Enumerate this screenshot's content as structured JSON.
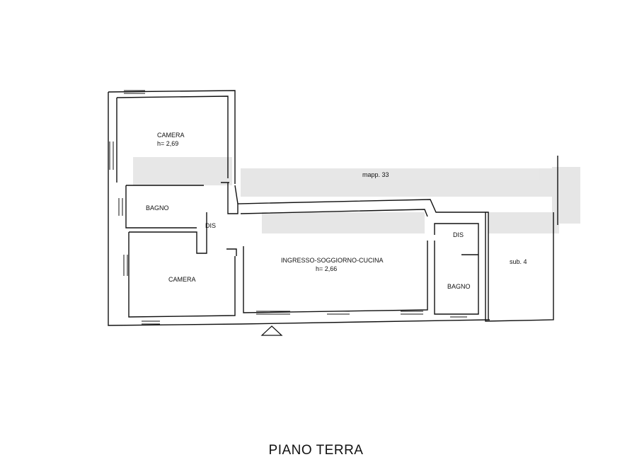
{
  "plan": {
    "rooms": {
      "camera_top": {
        "name": "CAMERA",
        "height": "h= 2,69"
      },
      "bagno_left": {
        "name": "BAGNO"
      },
      "dis_left": {
        "name": "DIS"
      },
      "camera_bottom": {
        "name": "CAMERA"
      },
      "living": {
        "name": "INGRESSO-SOGGIORNO-CUCINA",
        "height": "h= 2,66"
      },
      "dis_right": {
        "name": "DIS"
      },
      "bagno_right": {
        "name": "BAGNO"
      }
    },
    "neighbours": {
      "mapp": "mapp. 33",
      "sub": "sub. 4"
    },
    "floor_title": "PIANO TERRA"
  }
}
